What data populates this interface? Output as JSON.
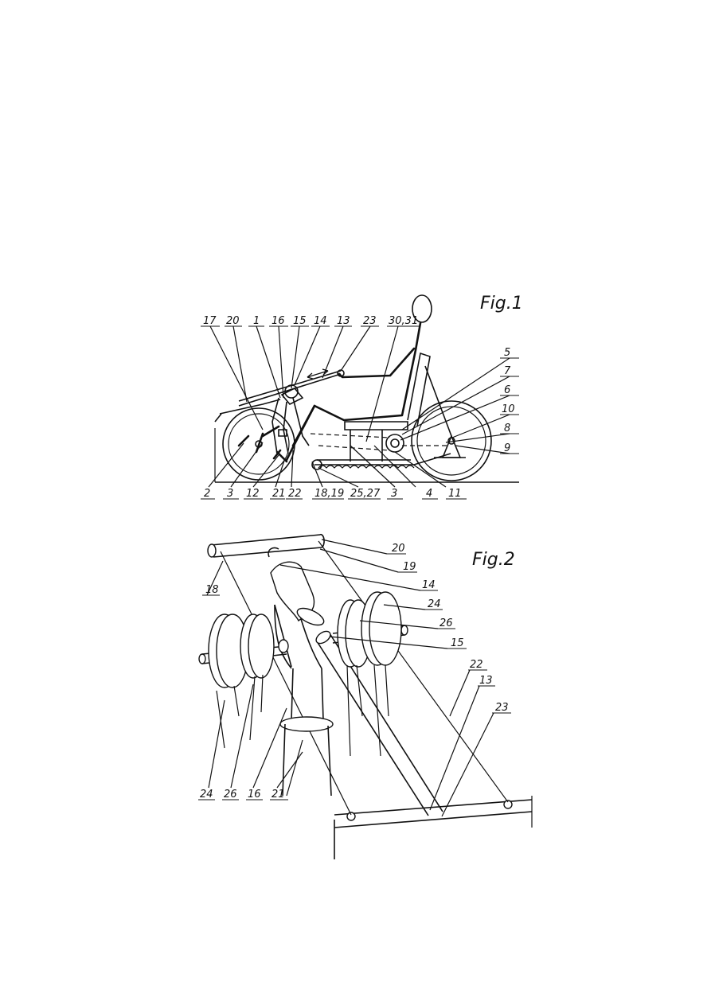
{
  "figures": [
    {
      "id": "fig1",
      "title": "Fig.1",
      "labels": [
        "17",
        "20",
        "1",
        "16",
        "15",
        "14",
        "13",
        "23",
        "30,31",
        "5",
        "7",
        "6",
        "10",
        "8",
        "9",
        "2",
        "3",
        "12",
        "21",
        "22",
        "18,19",
        "25,27",
        "3",
        "4",
        "11"
      ]
    },
    {
      "id": "fig2",
      "title": "Fig.2",
      "labels": [
        "20",
        "19",
        "14",
        "24",
        "26",
        "15",
        "22",
        "13",
        "23",
        "18",
        "24",
        "26",
        "16",
        "21"
      ]
    }
  ]
}
